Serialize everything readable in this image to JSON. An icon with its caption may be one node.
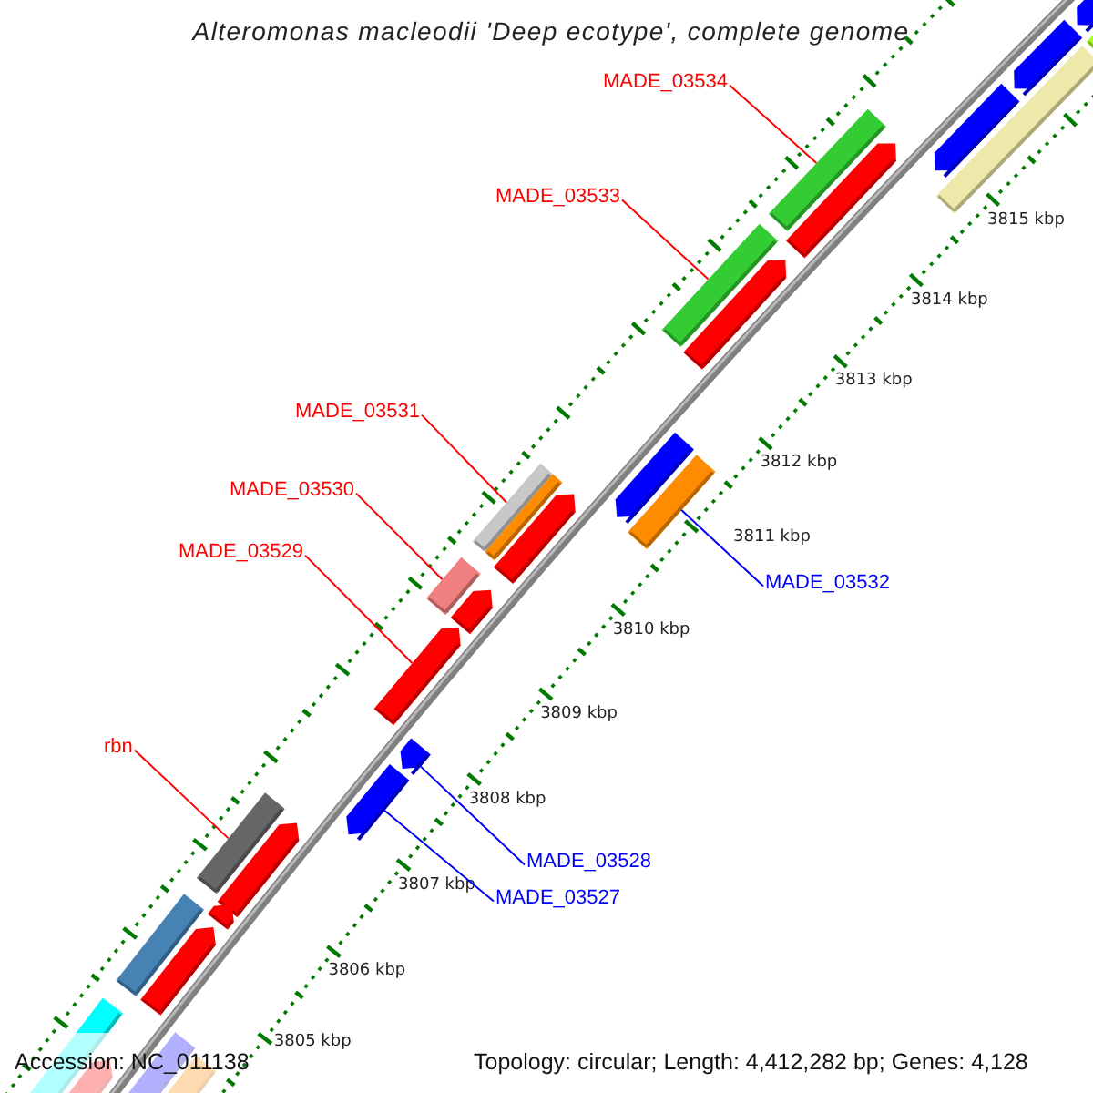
{
  "diagram": {
    "title": "Alteromonas macleodii 'Deep ecotype', complete genome",
    "nodes": [
      {
        "text": [
          "MADE_03534"
        ]
      },
      {
        "text": [],
        "shape": "bar"
      },
      {
        "text": [
          "MADE_03533"
        ]
      },
      {
        "text": [],
        "shape": "bar"
      },
      {
        "text": [
          "MADE_03531"
        ]
      },
      {
        "text": [],
        "shape": "bar"
      },
      {
        "text": [
          "MADE_03530"
        ]
      },
      {
        "text": [],
        "shape": "bar"
      },
      {
        "text": [
          "MADE_03529"
        ]
      },
      {
        "text": [],
        "shape": "arrow"
      },
      {
        "text": [
          "MADE_03532"
        ]
      },
      {
        "text": [],
        "shape": "bar"
      },
      {
        "text": [
          "rbn"
        ]
      },
      {
        "text": [],
        "shape": "bar"
      },
      {
        "text": [
          "MADE_03528"
        ]
      },
      {
        "text": [],
        "shape": "arrow"
      },
      {
        "text": [
          "MADE_03527"
        ]
      },
      {
        "text": [],
        "shape": "arrow"
      },
      {
        "text": [],
        "shape": "bar"
      },
      {
        "text": [],
        "shape": "arrow"
      },
      {
        "text": [],
        "shape": "arrow"
      },
      {
        "text": [],
        "shape": "arrow"
      },
      {
        "text": [],
        "shape": "arrow"
      },
      {
        "text": [],
        "shape": "arrow"
      },
      {
        "text": [],
        "shape": "arrow"
      },
      {
        "text": [],
        "shape": "arrow"
      },
      {
        "text": [],
        "shape": "arrow"
      },
      {
        "text": [],
        "shape": "bar"
      },
      {
        "text": [],
        "shape": "bar"
      },
      {
        "text": [],
        "shape": "arrow"
      },
      {
        "text": [],
        "shape": "arrow"
      },
      {
        "text": [],
        "shape": "bar"
      },
      {
        "text": [],
        "shape": "arrow"
      },
      {
        "text": [],
        "shape": "arrow"
      },
      {
        "text": [],
        "shape": "arrow"
      },
      {
        "text": [],
        "shape": "bar"
      },
      {
        "text": [],
        "shape": "bar"
      }
    ],
    "edges": [
      {
        "from": 0,
        "to": 1,
        "arrow": "none"
      },
      {
        "from": 2,
        "to": 3,
        "arrow": "none"
      },
      {
        "from": 4,
        "to": 5,
        "arrow": "none"
      },
      {
        "from": 6,
        "to": 7,
        "arrow": "none"
      },
      {
        "from": 8,
        "to": 9,
        "arrow": "none"
      },
      {
        "from": 10,
        "to": 11,
        "arrow": "none",
        "color": "#0000ff"
      },
      {
        "from": 12,
        "to": 13,
        "arrow": "none"
      },
      {
        "from": 14,
        "to": 15,
        "arrow": "none",
        "color": "#0000ff"
      },
      {
        "from": 16,
        "to": 17,
        "arrow": "none",
        "color": "#0000ff"
      }
    ],
    "labels": [
      "3815 kbp",
      "3814 kbp",
      "3813 kbp",
      "3812 kbp",
      "3811 kbp",
      "3810 kbp",
      "3809 kbp",
      "3808 kbp",
      "3807 kbp",
      "3806 kbp",
      "3805 kbp",
      "Accession: NC_011138",
      "Topology: circular; Length: 4,412,282 bp; Genes: 4,128"
    ]
  }
}
